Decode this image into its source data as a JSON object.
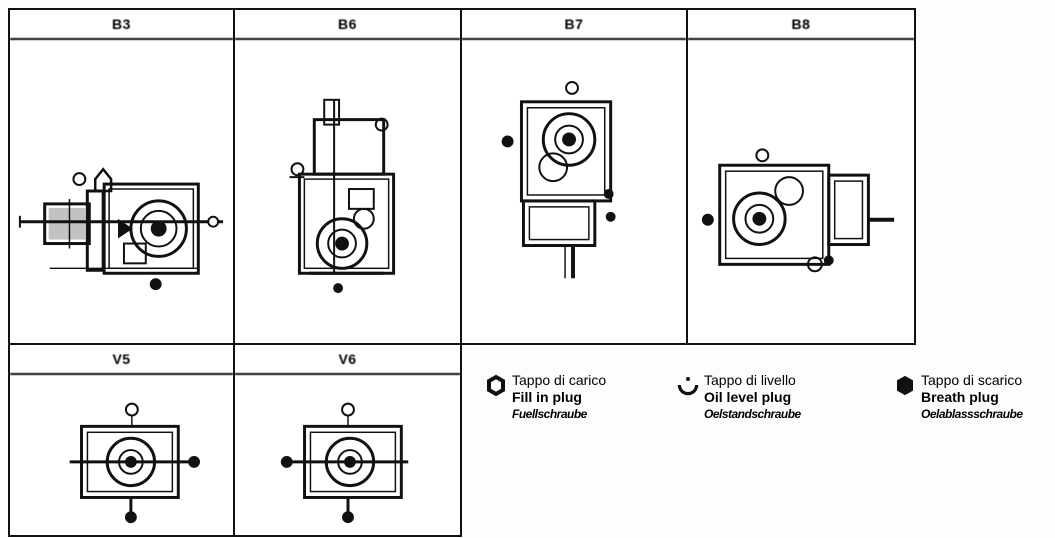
{
  "positions": [
    {
      "id": "b3",
      "label": "B3"
    },
    {
      "id": "b6",
      "label": "B6"
    },
    {
      "id": "b7",
      "label": "B7"
    },
    {
      "id": "b8",
      "label": "B8"
    },
    {
      "id": "v5",
      "label": "V5"
    },
    {
      "id": "v6",
      "label": "V6"
    }
  ],
  "legend": {
    "fill": {
      "icon": "fill-plug-icon",
      "it": "Tappo di carico",
      "en": "Fill in plug",
      "de": "Fuellschraube"
    },
    "level": {
      "icon": "oil-level-plug-icon",
      "it": "Tappo di livello",
      "en": "Oil level plug",
      "de": "Oelstandschraube"
    },
    "drain": {
      "icon": "drain-plug-icon",
      "it": "Tappo di scarico",
      "en": "Breath plug",
      "de": "Oelablassschraube"
    }
  },
  "colors": {
    "ink": "#111111",
    "paper": "#ffffff"
  }
}
